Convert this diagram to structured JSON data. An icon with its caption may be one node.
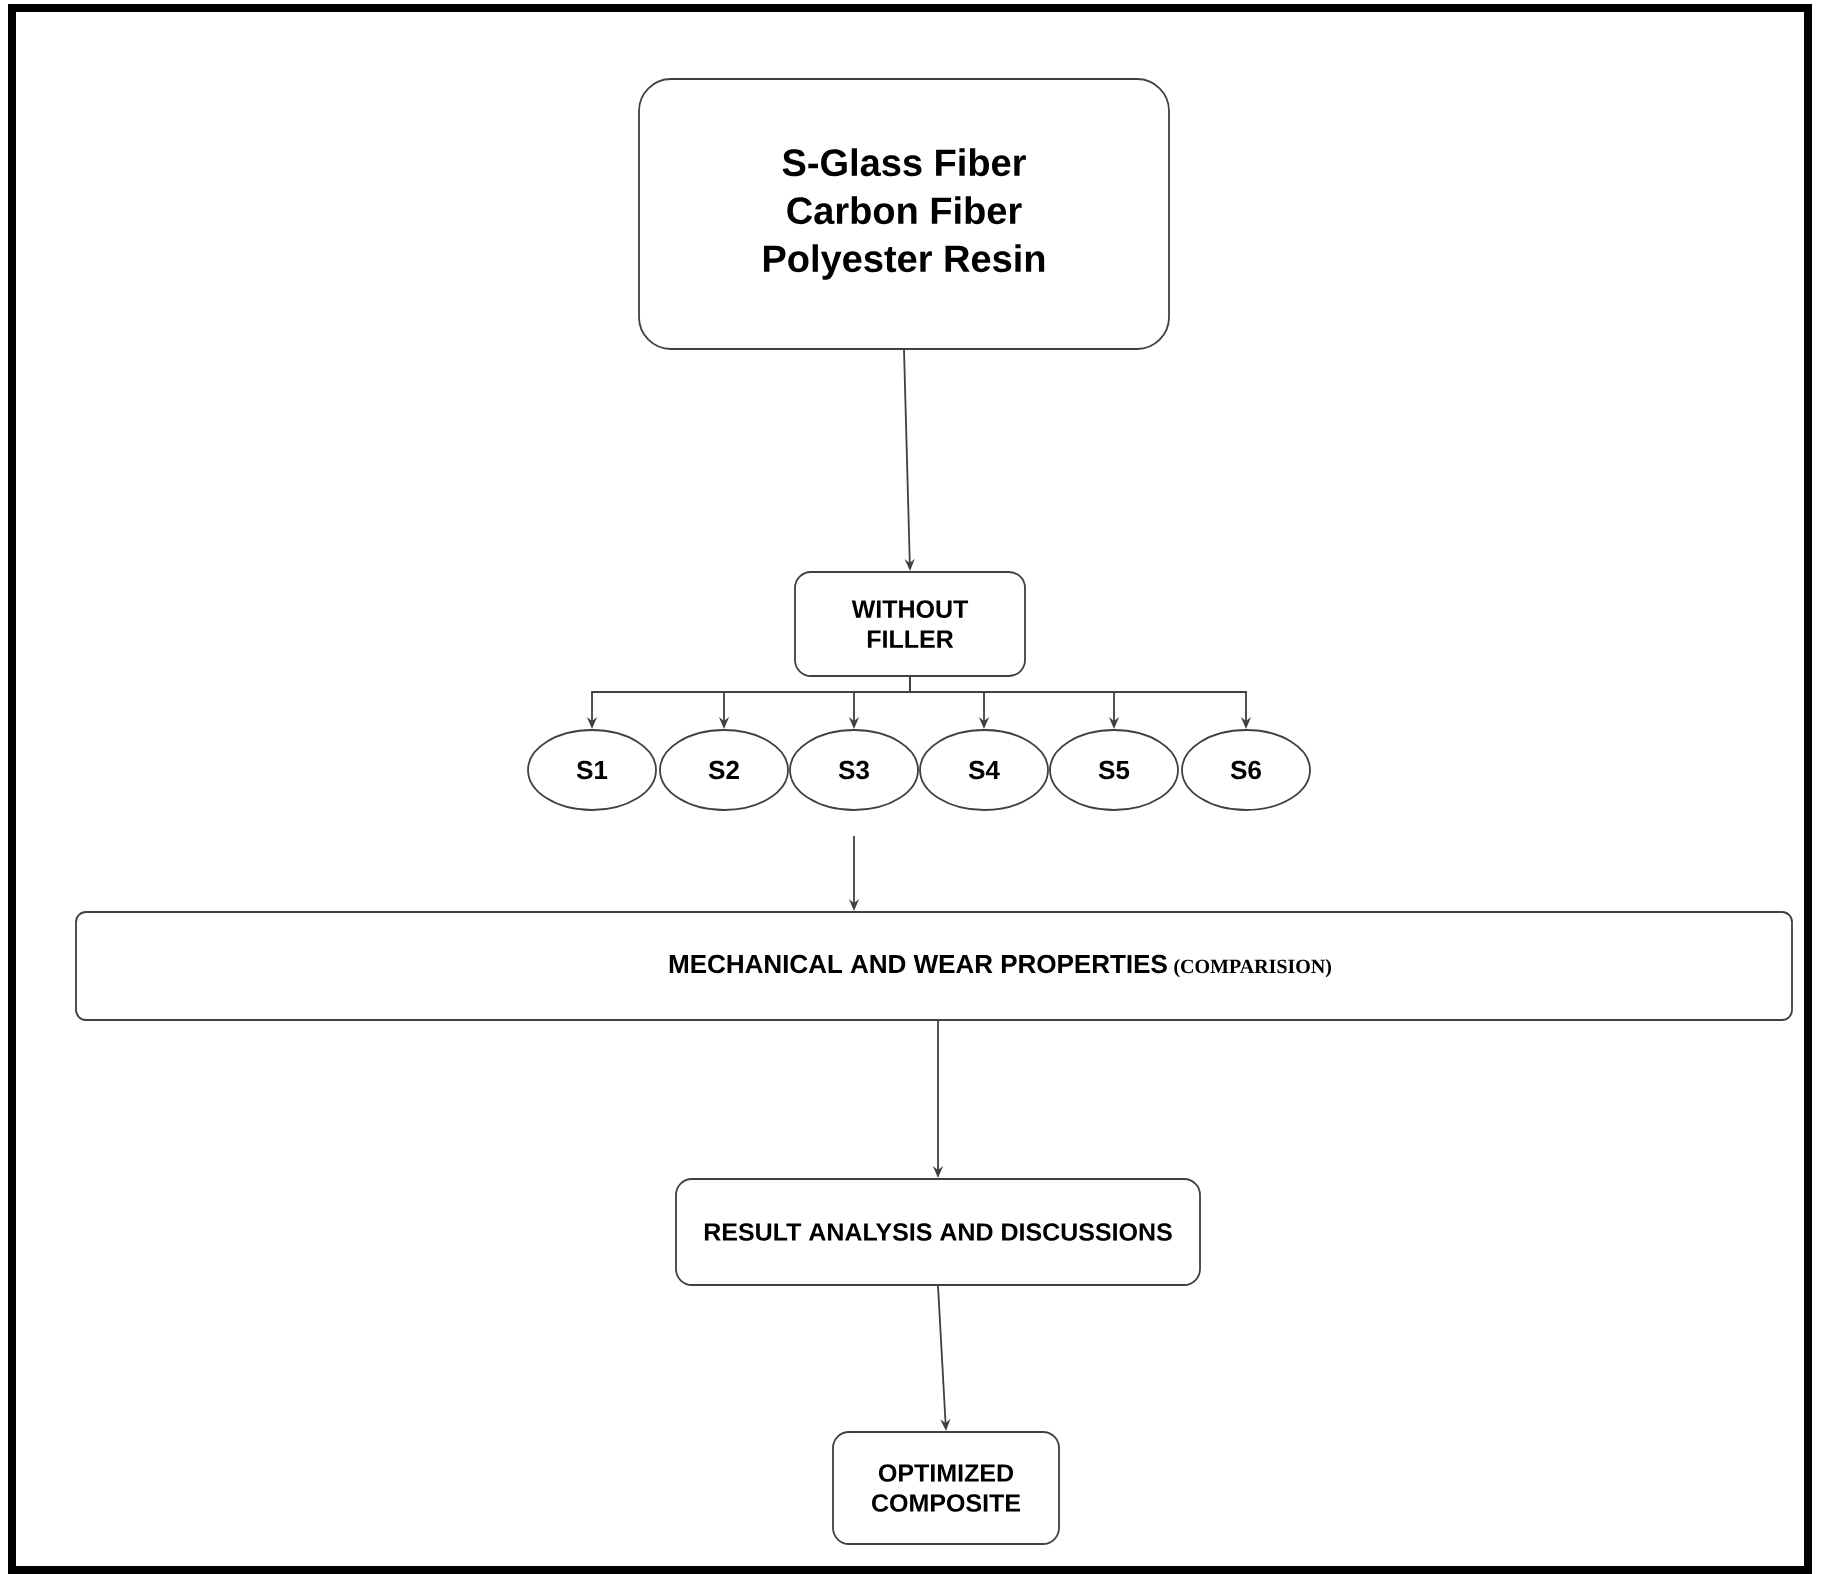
{
  "diagram": {
    "nodes": [
      {
        "text": [
          "S-Glass Fiber",
          "Carbon Fiber",
          "Polyester Resin"
        ]
      },
      {
        "text": [
          "WITHOUT FILLER"
        ]
      },
      {
        "text": [
          "S1"
        ]
      },
      {
        "text": [
          "S2"
        ]
      },
      {
        "text": [
          "S3"
        ]
      },
      {
        "text": [
          "S4"
        ]
      },
      {
        "text": [
          "S5"
        ]
      },
      {
        "text": [
          "S6"
        ]
      },
      {
        "text": [
          "MECHANICAL AND WEAR PROPERTIES",
          "(COMPARISION)"
        ]
      },
      {
        "text": [
          "RESULT ANALYSIS AND DISCUSSIONS"
        ]
      },
      {
        "text": [
          "OPTIMIZED COMPOSITE"
        ]
      }
    ],
    "edges": [
      {
        "from": 0,
        "to": 1,
        "arrow": "to"
      },
      {
        "from": 1,
        "to": 2,
        "arrow": "to"
      },
      {
        "from": 1,
        "to": 3,
        "arrow": "to"
      },
      {
        "from": 1,
        "to": 4,
        "arrow": "to"
      },
      {
        "from": 1,
        "to": 5,
        "arrow": "to"
      },
      {
        "from": 1,
        "to": 6,
        "arrow": "to"
      },
      {
        "from": 1,
        "to": 7,
        "arrow": "to"
      },
      {
        "from": null,
        "to": 8,
        "arrow": "to"
      },
      {
        "from": 8,
        "to": 9,
        "arrow": "to"
      },
      {
        "from": 9,
        "to": 10,
        "arrow": "to"
      }
    ]
  }
}
